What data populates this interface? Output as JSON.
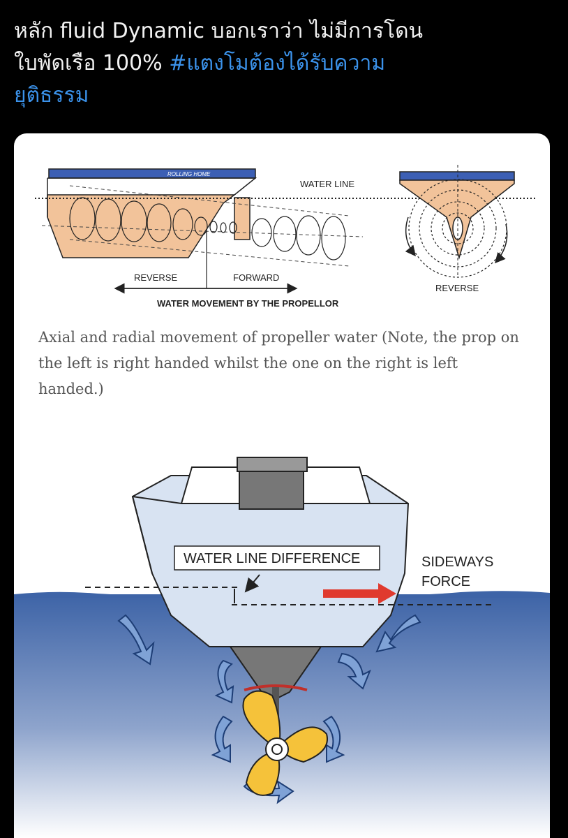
{
  "tweet": {
    "line1": "หลัก fluid Dynamic บอกเราว่า ไม่มีการโดน",
    "line2_text": "ใบพัดเรือ 100%",
    "hashtag_part1": "#แตงโมต้องได้รับความ",
    "hashtag_part2": "ยุติธรรม",
    "hashtag_color": "#3b92ea"
  },
  "diagram_top": {
    "boat_name": "ROLLING HOME",
    "water_line": "WATER LINE",
    "reverse_left": "REVERSE",
    "forward": "FORWARD",
    "reverse_right": "REVERSE",
    "title": "WATER MOVEMENT BY THE PROPELLOR"
  },
  "caption": "Axial and radial movement of propeller water (Note, the prop on the left is right handed whilst the one on the right is left handed.)",
  "diagram_bottom": {
    "water_line_difference": "WATER LINE DIFFERENCE",
    "sideways_line1": "SIDEWAYS",
    "sideways_line2": "FORCE"
  },
  "colors": {
    "hull_tan": "#f2c39a",
    "deck_blue": "#3c5fb4",
    "water_blue": "#3c63a8",
    "propeller_yellow": "#f5c23a",
    "arrow_red": "#e03a2e"
  }
}
